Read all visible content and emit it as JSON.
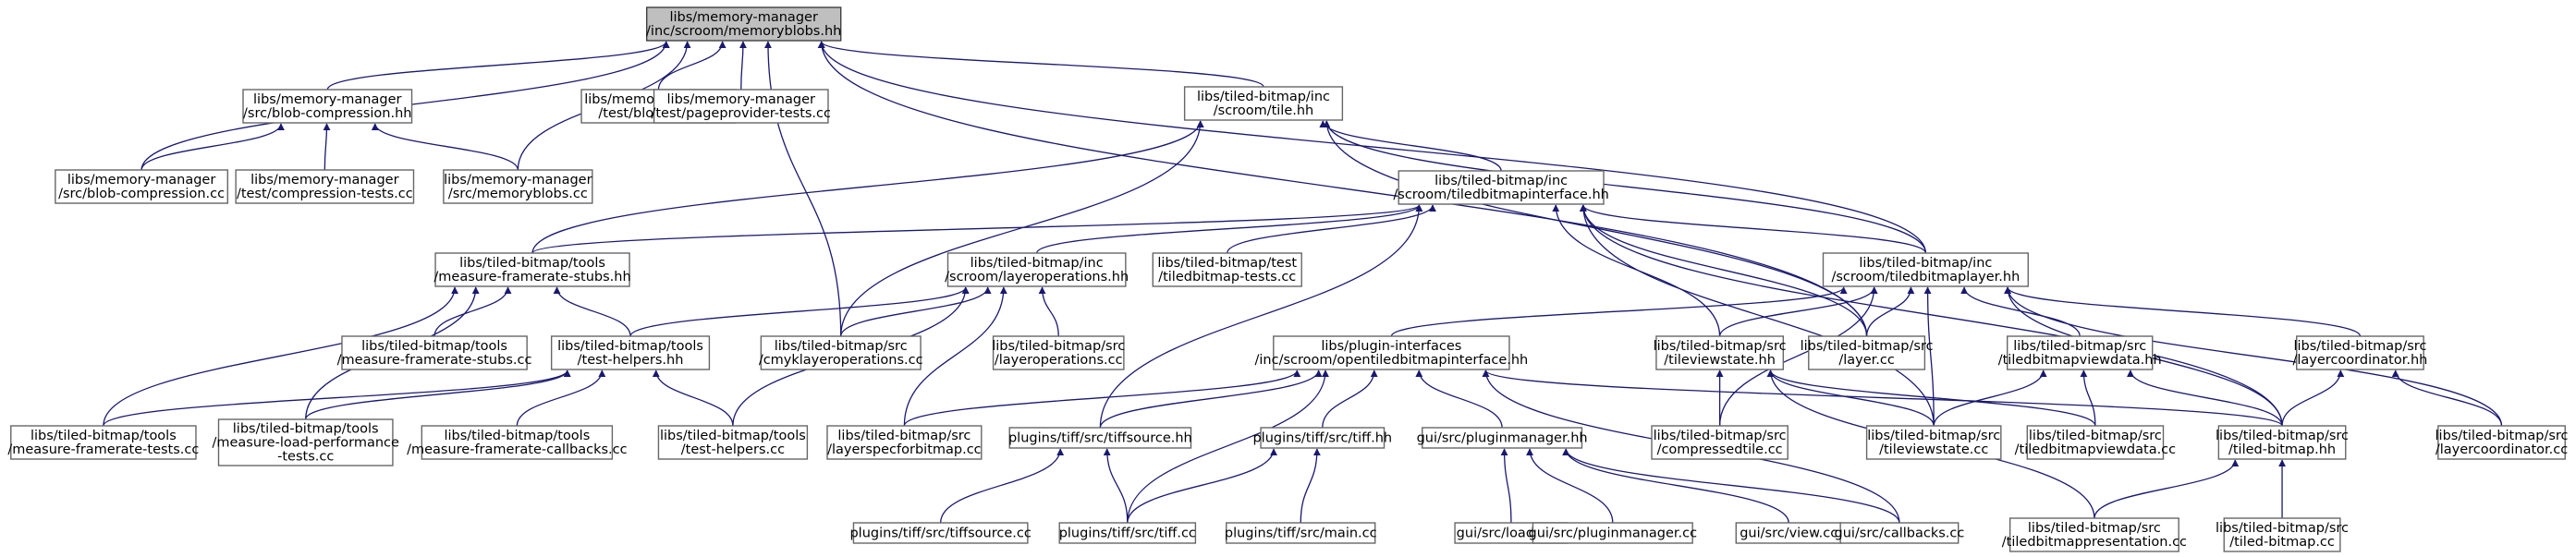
{
  "nodes": [
    {
      "id": "root",
      "lines": [
        "libs/memory-manager",
        "/inc/scroom/memoryblobs.hh"
      ]
    },
    {
      "id": "blobcomp_hh",
      "lines": [
        "libs/memory-manager",
        "/src/blob-compression.hh"
      ]
    },
    {
      "id": "blobtests",
      "lines": [
        "libs/memory-manager",
        "/test/blob-tests.cc"
      ]
    },
    {
      "id": "pageprov",
      "lines": [
        "libs/memory-manager",
        "/test/pageprovider-tests.cc"
      ]
    },
    {
      "id": "tile_hh",
      "lines": [
        "libs/tiled-bitmap/inc",
        "/scroom/tile.hh"
      ]
    },
    {
      "id": "blobcomp_cc",
      "lines": [
        "libs/memory-manager",
        "/src/blob-compression.cc"
      ]
    },
    {
      "id": "comptests",
      "lines": [
        "libs/memory-manager",
        "/test/compression-tests.cc"
      ]
    },
    {
      "id": "memblobs_cc",
      "lines": [
        "libs/memory-manager",
        "/src/memoryblobs.cc"
      ]
    },
    {
      "id": "tbi_hh",
      "lines": [
        "libs/tiled-bitmap/inc",
        "/scroom/tiledbitmapinterface.hh"
      ]
    },
    {
      "id": "mfs_hh",
      "lines": [
        "libs/tiled-bitmap/tools",
        "/measure-framerate-stubs.hh"
      ]
    },
    {
      "id": "layerops_hh",
      "lines": [
        "libs/tiled-bitmap/inc",
        "/scroom/layeroperations.hh"
      ]
    },
    {
      "id": "tbtests",
      "lines": [
        "libs/tiled-bitmap/test",
        "/tiledbitmap-tests.cc"
      ]
    },
    {
      "id": "tblayer_hh",
      "lines": [
        "libs/tiled-bitmap/inc",
        "/scroom/tiledbitmaplayer.hh"
      ]
    },
    {
      "id": "mfs_cc",
      "lines": [
        "libs/tiled-bitmap/tools",
        "/measure-framerate-stubs.cc"
      ]
    },
    {
      "id": "testhelpers_hh",
      "lines": [
        "libs/tiled-bitmap/tools",
        "/test-helpers.hh"
      ]
    },
    {
      "id": "cmyk_cc",
      "lines": [
        "libs/tiled-bitmap/src",
        "/cmyklayeroperations.cc"
      ]
    },
    {
      "id": "layerops_cc",
      "lines": [
        "libs/tiled-bitmap/src",
        "/layeroperations.cc"
      ]
    },
    {
      "id": "pi_hh",
      "lines": [
        "libs/plugin-interfaces",
        "/inc/scroom/opentiledbitmapinterface.hh"
      ]
    },
    {
      "id": "tvs_hh",
      "lines": [
        "libs/tiled-bitmap/src",
        "/tileviewstate.hh"
      ]
    },
    {
      "id": "layer_cc",
      "lines": [
        "libs/tiled-bitmap/src",
        "/layer.cc"
      ]
    },
    {
      "id": "tbvd_hh",
      "lines": [
        "libs/tiled-bitmap/src",
        "/tiledbitmapviewdata.hh"
      ]
    },
    {
      "id": "lc_hh",
      "lines": [
        "libs/tiled-bitmap/src",
        "/layercoordinator.hh"
      ]
    },
    {
      "id": "mft_cc",
      "lines": [
        "libs/tiled-bitmap/tools",
        "/measure-framerate-tests.cc"
      ]
    },
    {
      "id": "mlp_cc",
      "lines": [
        "libs/tiled-bitmap/tools",
        "/measure-load-performance",
        "-tests.cc"
      ]
    },
    {
      "id": "mfc_cc",
      "lines": [
        "libs/tiled-bitmap/tools",
        "/measure-framerate-callbacks.cc"
      ]
    },
    {
      "id": "testhelpers_cc",
      "lines": [
        "libs/tiled-bitmap/tools",
        "/test-helpers.cc"
      ]
    },
    {
      "id": "lsfb_cc",
      "lines": [
        "libs/tiled-bitmap/src",
        "/layerspecforbitmap.cc"
      ]
    },
    {
      "id": "tiffsource_hh",
      "lines": [
        "plugins/tiff/src/tiffsource.hh"
      ]
    },
    {
      "id": "tiff_hh",
      "lines": [
        "plugins/tiff/src/tiff.hh"
      ]
    },
    {
      "id": "pm_hh",
      "lines": [
        "gui/src/pluginmanager.hh"
      ]
    },
    {
      "id": "ct_cc",
      "lines": [
        "libs/tiled-bitmap/src",
        "/compressedtile.cc"
      ]
    },
    {
      "id": "tvs_cc",
      "lines": [
        "libs/tiled-bitmap/src",
        "/tileviewstate.cc"
      ]
    },
    {
      "id": "tbvd_cc",
      "lines": [
        "libs/tiled-bitmap/src",
        "/tiledbitmapviewdata.cc"
      ]
    },
    {
      "id": "tb_hh",
      "lines": [
        "libs/tiled-bitmap/src",
        "/tiled-bitmap.hh"
      ]
    },
    {
      "id": "lc_cc",
      "lines": [
        "libs/tiled-bitmap/src",
        "/layercoordinator.cc"
      ]
    },
    {
      "id": "tiffsource_cc",
      "lines": [
        "plugins/tiff/src/tiffsource.cc"
      ]
    },
    {
      "id": "tiff_cc",
      "lines": [
        "plugins/tiff/src/tiff.cc"
      ]
    },
    {
      "id": "main_cc",
      "lines": [
        "plugins/tiff/src/main.cc"
      ]
    },
    {
      "id": "loader_cc",
      "lines": [
        "gui/src/loader.cc"
      ]
    },
    {
      "id": "pm_cc",
      "lines": [
        "gui/src/pluginmanager.cc"
      ]
    },
    {
      "id": "view_cc",
      "lines": [
        "gui/src/view.cc"
      ]
    },
    {
      "id": "callbacks_cc",
      "lines": [
        "gui/src/callbacks.cc"
      ]
    },
    {
      "id": "tbp_cc",
      "lines": [
        "libs/tiled-bitmap/src",
        "/tiledbitmappresentation.cc"
      ]
    },
    {
      "id": "tb_cc",
      "lines": [
        "libs/tiled-bitmap/src",
        "/tiled-bitmap.cc"
      ]
    }
  ],
  "edges": [
    [
      "blobcomp_hh",
      "root"
    ],
    [
      "blobtests",
      "root"
    ],
    [
      "pageprov",
      "root"
    ],
    [
      "tile_hh",
      "root"
    ],
    [
      "blobcomp_cc",
      "root"
    ],
    [
      "memblobs_cc",
      "root"
    ],
    [
      "cmyk_cc",
      "root"
    ],
    [
      "layer_cc",
      "root"
    ],
    [
      "tblayer_hh",
      "root"
    ],
    [
      "blobcomp_cc",
      "blobcomp_hh"
    ],
    [
      "comptests",
      "blobcomp_hh"
    ],
    [
      "memblobs_cc",
      "blobcomp_hh"
    ],
    [
      "tbi_hh",
      "tile_hh"
    ],
    [
      "mfs_hh",
      "tile_hh"
    ],
    [
      "cmyk_cc",
      "tile_hh"
    ],
    [
      "layer_cc",
      "tile_hh"
    ],
    [
      "tblayer_hh",
      "tile_hh"
    ],
    [
      "mfs_hh",
      "tbi_hh"
    ],
    [
      "layerops_hh",
      "tbi_hh"
    ],
    [
      "tbtests",
      "tbi_hh"
    ],
    [
      "tblayer_hh",
      "tbi_hh"
    ],
    [
      "tvs_hh",
      "tbi_hh"
    ],
    [
      "layer_cc",
      "tbi_hh"
    ],
    [
      "tiffsource_hh",
      "tbi_hh"
    ],
    [
      "tvs_cc",
      "tbi_hh"
    ],
    [
      "tb_hh",
      "tbi_hh"
    ],
    [
      "mfs_cc",
      "mfs_hh"
    ],
    [
      "testhelpers_hh",
      "mfs_hh"
    ],
    [
      "mft_cc",
      "mfs_hh"
    ],
    [
      "mlp_cc",
      "mfs_hh"
    ],
    [
      "testhelpers_hh",
      "layerops_hh"
    ],
    [
      "cmyk_cc",
      "layerops_hh"
    ],
    [
      "layerops_cc",
      "layerops_hh"
    ],
    [
      "lsfb_cc",
      "layerops_hh"
    ],
    [
      "testhelpers_cc",
      "layerops_hh"
    ],
    [
      "pi_hh",
      "tblayer_hh"
    ],
    [
      "tvs_hh",
      "tblayer_hh"
    ],
    [
      "layer_cc",
      "tblayer_hh"
    ],
    [
      "tbvd_hh",
      "tblayer_hh"
    ],
    [
      "lc_hh",
      "tblayer_hh"
    ],
    [
      "ct_cc",
      "tblayer_hh"
    ],
    [
      "tvs_cc",
      "tblayer_hh"
    ],
    [
      "tb_hh",
      "tblayer_hh"
    ],
    [
      "lc_cc",
      "tblayer_hh"
    ],
    [
      "mft_cc",
      "testhelpers_hh"
    ],
    [
      "mlp_cc",
      "testhelpers_hh"
    ],
    [
      "mfc_cc",
      "testhelpers_hh"
    ],
    [
      "testhelpers_cc",
      "testhelpers_hh"
    ],
    [
      "lsfb_cc",
      "pi_hh"
    ],
    [
      "tiffsource_hh",
      "pi_hh"
    ],
    [
      "tiff_hh",
      "pi_hh"
    ],
    [
      "pm_hh",
      "pi_hh"
    ],
    [
      "tiff_cc",
      "pi_hh"
    ],
    [
      "tb_hh",
      "pi_hh"
    ],
    [
      "callbacks_cc",
      "pi_hh"
    ],
    [
      "ct_cc",
      "tvs_hh"
    ],
    [
      "tvs_cc",
      "tvs_hh"
    ],
    [
      "tbvd_cc",
      "tvs_hh"
    ],
    [
      "tbp_cc",
      "tvs_hh"
    ],
    [
      "tvs_cc",
      "tbvd_hh"
    ],
    [
      "tbvd_cc",
      "tbvd_hh"
    ],
    [
      "tb_hh",
      "tbvd_hh"
    ],
    [
      "tb_hh",
      "lc_hh"
    ],
    [
      "lc_cc",
      "lc_hh"
    ],
    [
      "tiffsource_cc",
      "tiffsource_hh"
    ],
    [
      "tiff_cc",
      "tiffsource_hh"
    ],
    [
      "tiff_cc",
      "tiff_hh"
    ],
    [
      "main_cc",
      "tiff_hh"
    ],
    [
      "loader_cc",
      "pm_hh"
    ],
    [
      "pm_cc",
      "pm_hh"
    ],
    [
      "view_cc",
      "pm_hh"
    ],
    [
      "callbacks_cc",
      "pm_hh"
    ],
    [
      "tbp_cc",
      "tb_hh"
    ],
    [
      "tb_cc",
      "tb_hh"
    ]
  ]
}
